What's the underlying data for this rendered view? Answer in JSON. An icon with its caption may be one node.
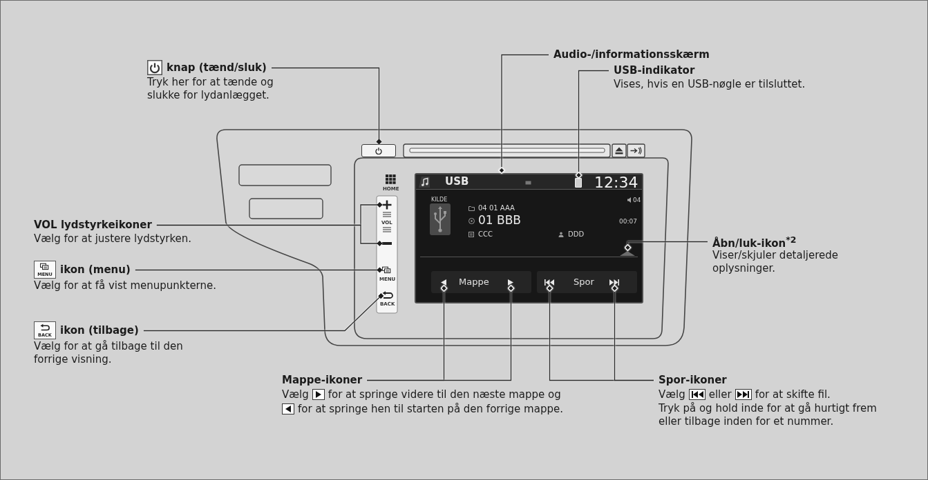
{
  "diagram": {
    "nodes": [
      {
        "text": [
          "Audio-/informationsskærm"
        ]
      },
      {
        "text": [
          "knap (tænd/sluk)",
          "Tryk her for at tænde og slukke for lydanlægget."
        ]
      },
      {
        "text": [
          "USB-indikator",
          "Vises, hvis en USB-nøgle er tilsluttet."
        ]
      },
      {
        "text": [],
        "shape": "box"
      },
      {
        "text": [],
        "shape": "box",
        "in": 3
      },
      {
        "text": [],
        "shape": "box"
      },
      {
        "text": [],
        "shape": "picture"
      },
      {
        "text": [
          "VOL lydstyrkeikoner",
          "Vælg for at justere lydstyrken."
        ]
      },
      {
        "text": [
          "Åbn/luk-ikon$^{*2}$",
          "Viser/skjuler detaljerede oplysninger."
        ]
      },
      {
        "text": [],
        "shape": "bar"
      },
      {
        "text": [],
        "shape": "picture",
        "in": 3
      },
      {
        "text": [
          "ikon (menu)",
          "Vælg for at få vist menupunkterne."
        ]
      },
      {
        "text": [],
        "shape": "picture"
      },
      {
        "text": [],
        "shape": "picture",
        "in": 3
      },
      {
        "text": [],
        "shape": "picture",
        "in": 3
      },
      {
        "text": [],
        "shape": "picture",
        "in": 3
      },
      {
        "text": [],
        "shape": "picture",
        "in": 3
      },
      {
        "text": [],
        "shape": "picture"
      },
      {
        "text": [
          "ikon (tilbage)",
          "Vælg for at gå tilbage til den forrige visning."
        ]
      },
      {
        "text": [
          "Mappe-ikoner",
          "Vælg",
          "for at springe videre til den næste mappe og",
          "for at springe hen til starten på den forrige mappe."
        ]
      },
      {
        "text": [
          "Spor-ikoner",
          "Vælg",
          "eller",
          "for at skifte fil.",
          "Tryk på og hold inde for at gå hurtigt frem eller tilbage inden for et nummer."
        ]
      }
    ],
    "edges": [
      {
        "from": 0,
        "to": 3,
        "arrow": "other"
      },
      {
        "from": 1,
        "to": 5,
        "arrow": "other"
      },
      {
        "from": 2,
        "to": 4,
        "arrow": "other"
      },
      {
        "from": 7,
        "to": 6,
        "arrow": "other"
      },
      {
        "from": 7,
        "to": 9,
        "arrow": "other"
      },
      {
        "from": 8,
        "to": 10,
        "arrow": "other"
      },
      {
        "from": 11,
        "to": 12,
        "arrow": "other"
      },
      {
        "from": 18,
        "to": 17,
        "arrow": "other"
      },
      {
        "from": 19,
        "to": 13,
        "arrow": "other"
      },
      {
        "from": 19,
        "to": 14,
        "arrow": "other"
      },
      {
        "from": 20,
        "to": 15,
        "arrow": "other"
      },
      {
        "from": 20,
        "to": 16,
        "arrow": "other"
      }
    ],
    "labels": [
      "HOME",
      "USB",
      "12:34",
      "KILDE",
      "04",
      "04 01 AAA",
      "VOL",
      "01 BBB",
      "00:07",
      "CCC",
      "DDD",
      "MENU",
      "MENU",
      "Mappe",
      "Spor",
      "BACK",
      "BACK"
    ]
  }
}
